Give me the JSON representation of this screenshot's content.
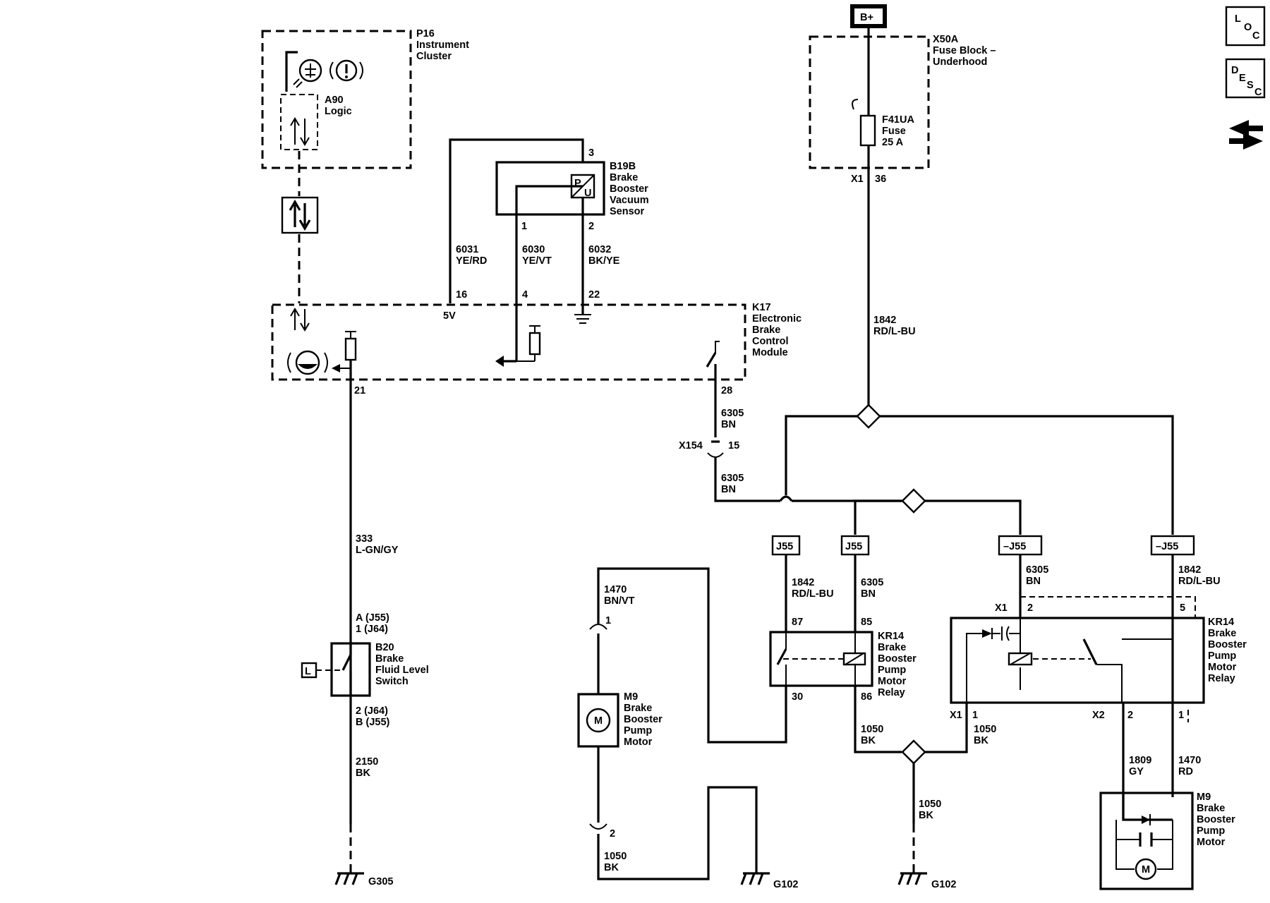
{
  "nav": {
    "loc": [
      "L",
      "O",
      "C"
    ],
    "desc": [
      "D",
      "E",
      "S",
      "C"
    ]
  },
  "power": {
    "b_plus": "B+"
  },
  "x50a": {
    "ref": "X50A",
    "name": [
      "Fuse Block –",
      "Underhood"
    ],
    "fuse_ref": "F41UA",
    "fuse_lines": [
      "Fuse",
      "25 A"
    ],
    "conn": "X1",
    "pin": "36"
  },
  "p16": {
    "ref": "P16",
    "name": [
      "Instrument",
      "Cluster"
    ],
    "logic_ref": "A90",
    "logic_name": "Logic"
  },
  "b19b": {
    "ref": "B19B",
    "name": [
      "Brake",
      "Booster",
      "Vacuum",
      "Sensor"
    ],
    "pin3": "3",
    "pin1": "1",
    "pin2": "2"
  },
  "wires_sensor": [
    {
      "circuit": "6031",
      "color": "YE/RD"
    },
    {
      "circuit": "6030",
      "color": "YE/VT"
    },
    {
      "circuit": "6032",
      "color": "BK/YE"
    }
  ],
  "k17": {
    "ref": "K17",
    "name": [
      "Electronic",
      "Brake",
      "Control",
      "Module"
    ],
    "pin16": "16",
    "pin4": "4",
    "pin22": "22",
    "v5": "5V",
    "pin21": "21",
    "pin28": "28"
  },
  "wire_6305_a": {
    "circuit": "6305",
    "color": "BN"
  },
  "x154": {
    "ref": "X154",
    "pin": "15"
  },
  "wire_6305_b": {
    "circuit": "6305",
    "color": "BN"
  },
  "wire_1842_main": {
    "circuit": "1842",
    "color": "RD/L-BU"
  },
  "wire_333": {
    "circuit": "333",
    "color": "L-GN/GY"
  },
  "b20": {
    "ref": "B20",
    "name": [
      "Brake",
      "Fluid Level",
      "Switch"
    ],
    "pin_top": [
      "A (J55)",
      "1 (J64)"
    ],
    "pin_bot": [
      "2 (J64)",
      "B (J55)"
    ],
    "loc_icon": "L"
  },
  "wire_2150": {
    "circuit": "2150",
    "color": "BK"
  },
  "g305": "G305",
  "g102_a": "G102",
  "g102_b": "G102",
  "j55_tags": [
    "J55",
    "J55",
    "–J55",
    "–J55"
  ],
  "m9_left": {
    "ref": "M9",
    "name": [
      "Brake",
      "Booster",
      "Pump",
      "Motor"
    ],
    "pin1": "1",
    "pin2": "2",
    "motor": "M"
  },
  "wire_1470_a": {
    "circuit": "1470",
    "color": "BN/VT"
  },
  "wire_1050_a": {
    "circuit": "1050",
    "color": "BK"
  },
  "kr14_left": {
    "ref": "KR14",
    "name": [
      "Brake",
      "Booster",
      "Pump",
      "Motor",
      "Relay"
    ],
    "p87": "87",
    "p85": "85",
    "p30": "30",
    "p86": "86"
  },
  "wire_1842_b": {
    "circuit": "1842",
    "color": "RD/L-BU"
  },
  "wire_6305_c": {
    "circuit": "6305",
    "color": "BN"
  },
  "wire_1050_b": {
    "circuit": "1050",
    "color": "BK"
  },
  "wire_1050_c": {
    "circuit": "1050",
    "color": "BK"
  },
  "wire_1050_d": {
    "circuit": "1050",
    "color": "BK"
  },
  "kr14_right": {
    "ref": "KR14",
    "name": [
      "Brake",
      "Booster",
      "Pump",
      "Motor",
      "Relay"
    ],
    "x1a": "X1",
    "p2a": "2",
    "p5": "5",
    "x1b": "X1",
    "p1b": "1",
    "x2": "X2",
    "p2b": "2",
    "p1c": "1"
  },
  "wire_6305_d": {
    "circuit": "6305",
    "color": "BN"
  },
  "wire_1842_c": {
    "circuit": "1842",
    "color": "RD/L-BU"
  },
  "wire_1809": {
    "circuit": "1809",
    "color": "GY"
  },
  "wire_1470_b": {
    "circuit": "1470",
    "color": "RD"
  },
  "m9_right": {
    "ref": "M9",
    "name": [
      "Brake",
      "Booster",
      "Pump",
      "Motor"
    ],
    "motor": "M"
  }
}
